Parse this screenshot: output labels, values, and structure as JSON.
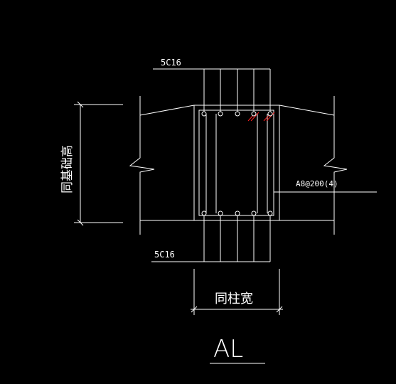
{
  "drawing": {
    "top_rebar_label": "5C16",
    "bottom_rebar_label": "5C16",
    "stirrup_label": "A8@200(4)",
    "height_label": "同基础高",
    "width_label": "同柱宽",
    "section_title": "AL"
  },
  "colors": {
    "background": "#000000",
    "line": "#ffffff",
    "hatch": "#ff2020"
  }
}
